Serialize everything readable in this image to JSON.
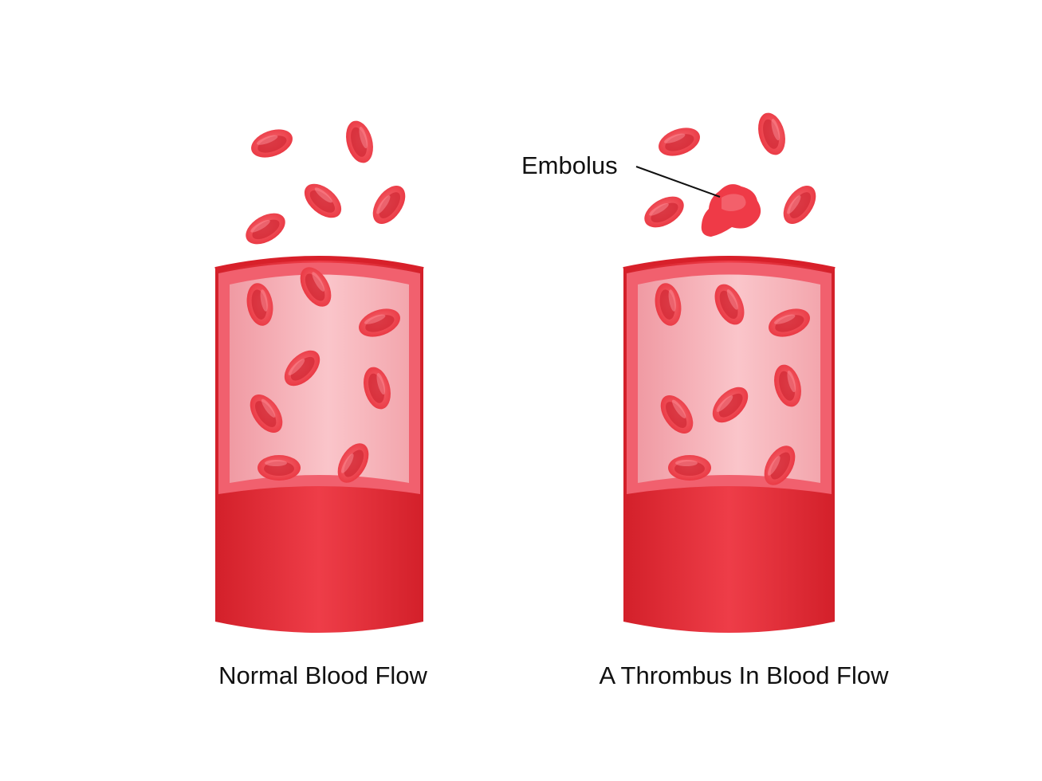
{
  "diagram": {
    "panels": [
      {
        "caption": "Normal Blood Flow"
      },
      {
        "caption": "A Thrombus In Blood Flow"
      }
    ],
    "callout": {
      "label": "Embolus"
    }
  },
  "colors": {
    "vessel_dark": "#d8202a",
    "vessel_light": "#ee3b46",
    "wall_pink": "#f1606e",
    "lumen_light": "#f9c3c8",
    "lumen_mid": "#f4a9b0",
    "cell_fill": "#f14b55",
    "cell_center": "#d52c36",
    "embolus": "#ef3a47"
  },
  "icons": [
    "red-blood-cell-icon",
    "embolus-clot-icon"
  ]
}
